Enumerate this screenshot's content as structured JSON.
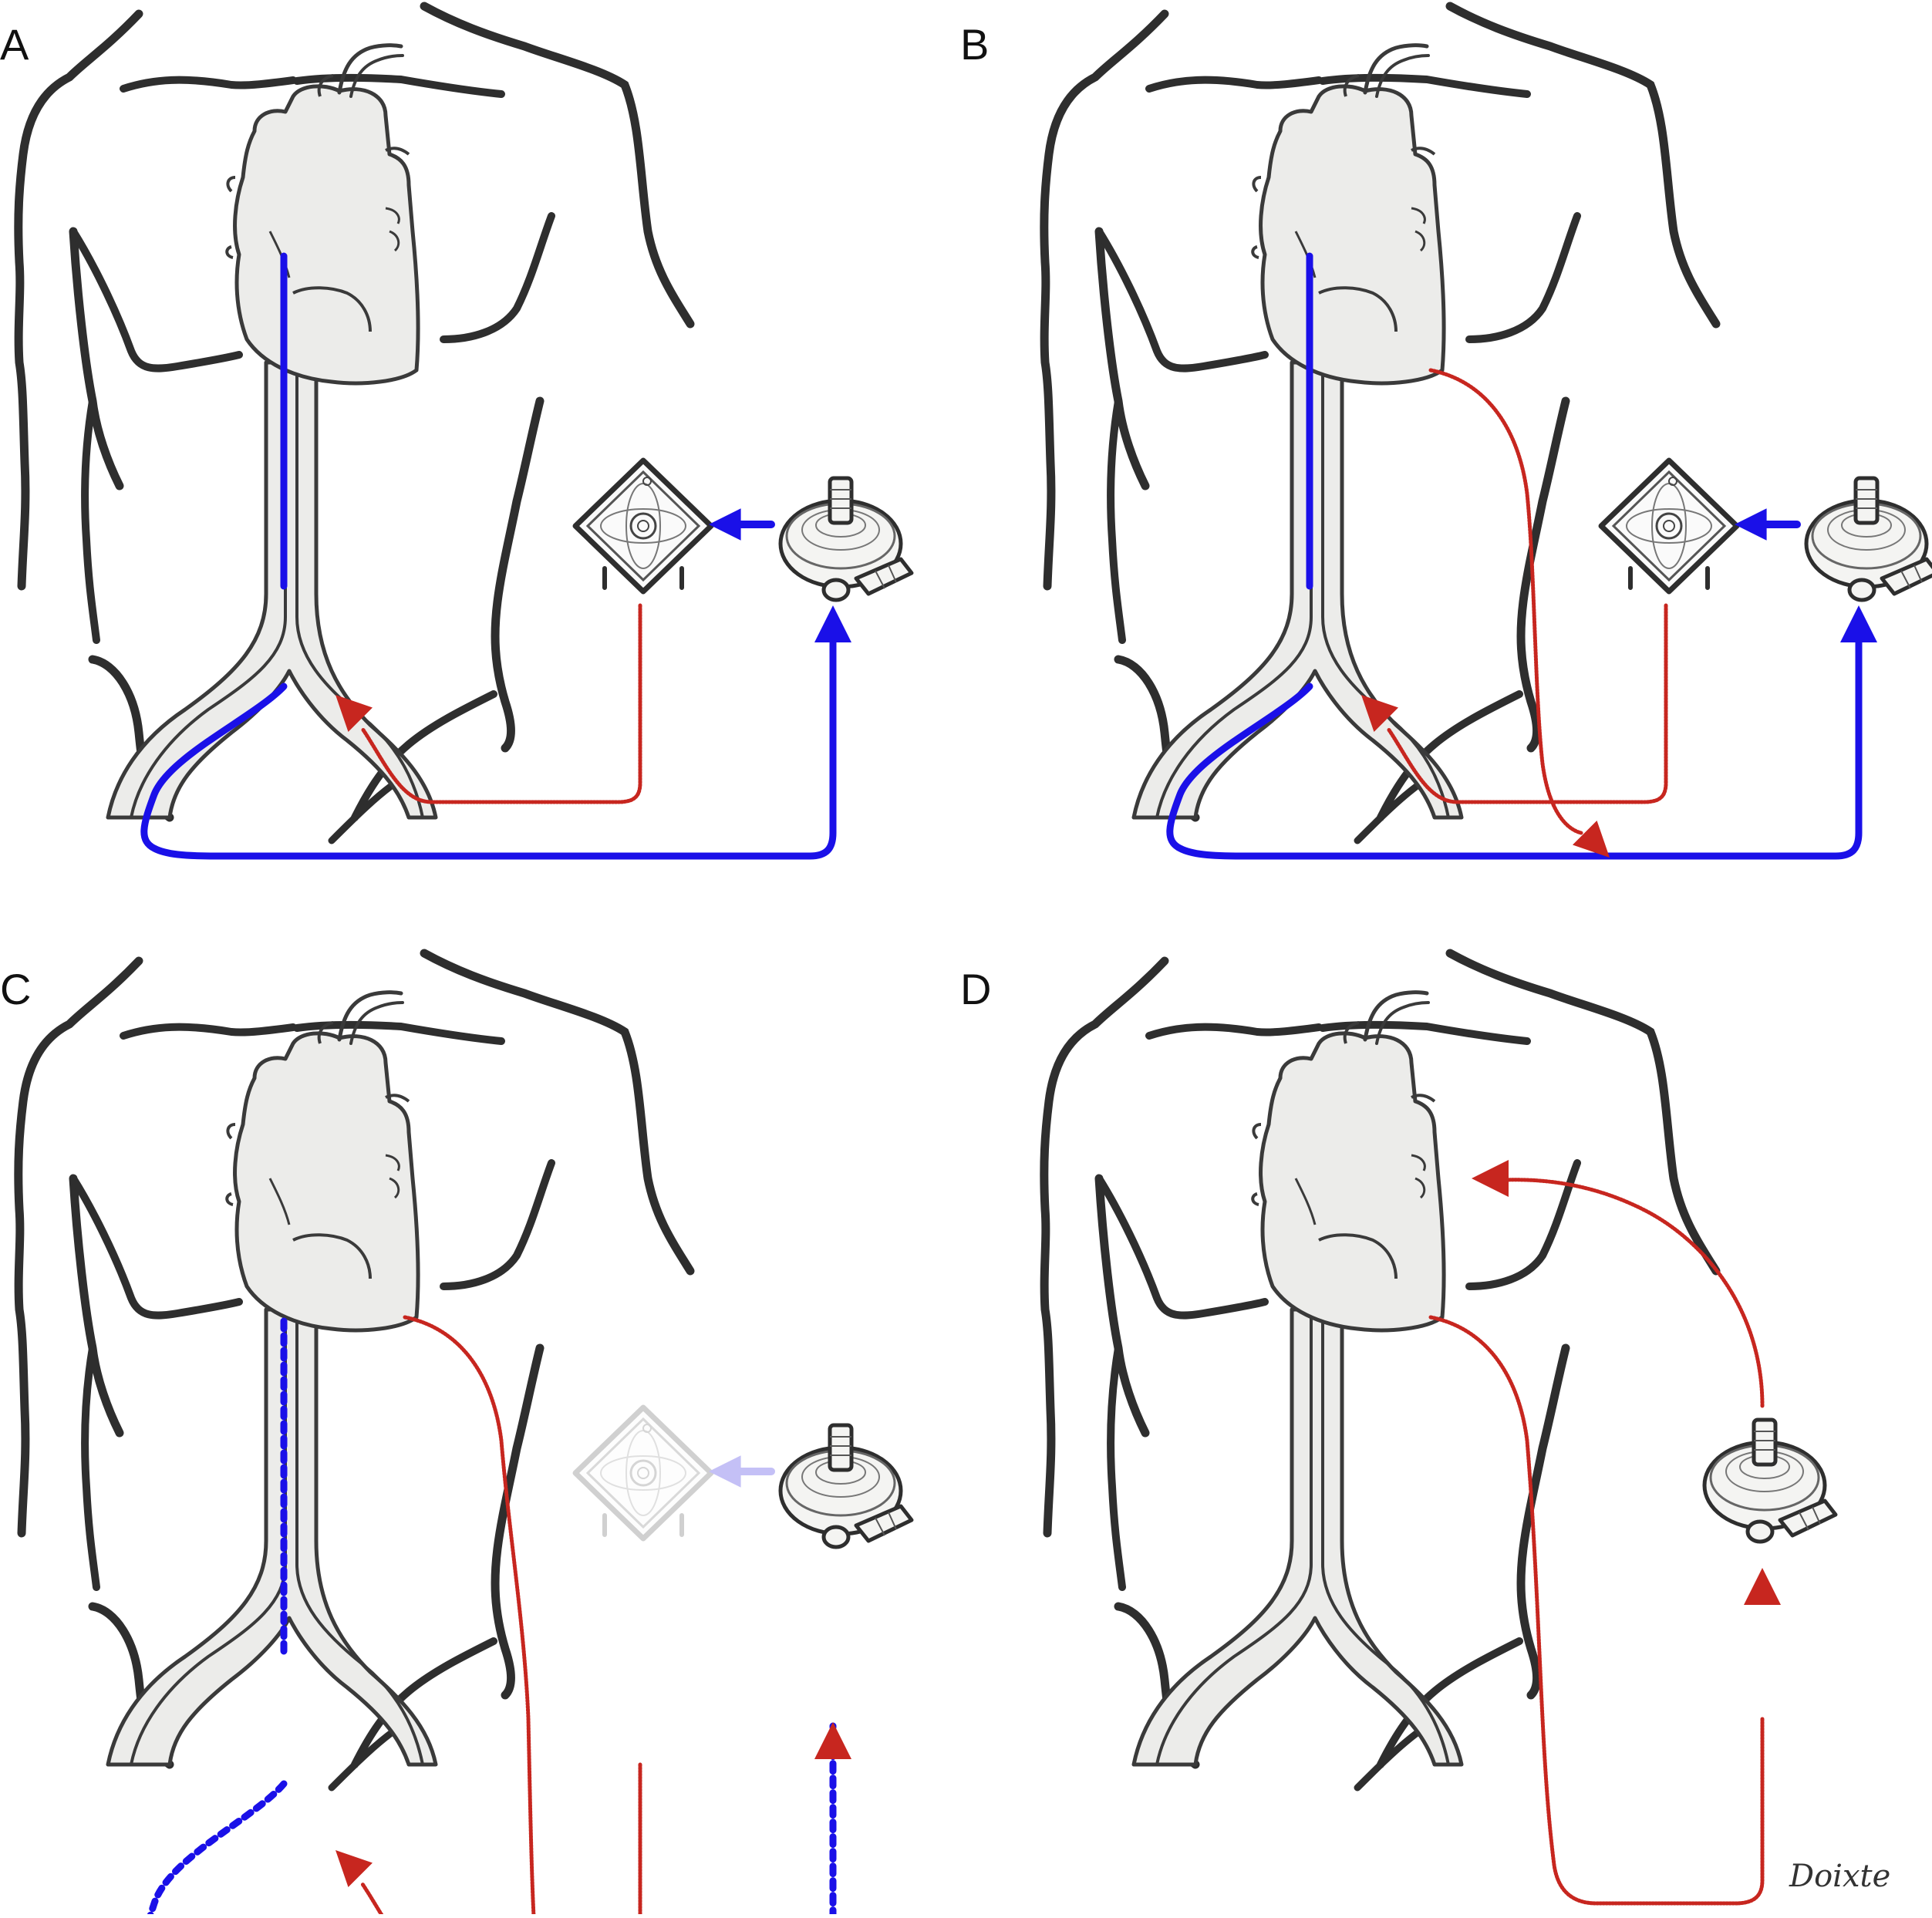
{
  "panels": [
    {
      "id": "A",
      "label": "A",
      "ecmo_state": "active",
      "flows": [
        "venous-drainage",
        "arterial-return"
      ]
    },
    {
      "id": "B",
      "label": "B",
      "ecmo_state": "active",
      "flows": [
        "venous-drainage",
        "arterial-return",
        "native-cardiac-output"
      ]
    },
    {
      "id": "C",
      "label": "C",
      "ecmo_state": "faded",
      "flows": [
        "venous-drainage-dotted",
        "arterial-return",
        "native-cardiac-output"
      ]
    },
    {
      "id": "D",
      "label": "D",
      "ecmo_state": "removed",
      "flows": [
        "native-cardiac-output",
        "pump-to-chest"
      ]
    }
  ],
  "signature": "Doixte",
  "colors": {
    "venous": "#1a10e8",
    "venous_faded": "#c4c0f6",
    "arterial": "#c7261f",
    "outline": "#3a3a3a",
    "organ_fill": "#ececea",
    "body_line": "#2e2e2e"
  },
  "icons": [
    "heart-icon",
    "oxygenator-icon",
    "centrifugal-pump-icon"
  ]
}
